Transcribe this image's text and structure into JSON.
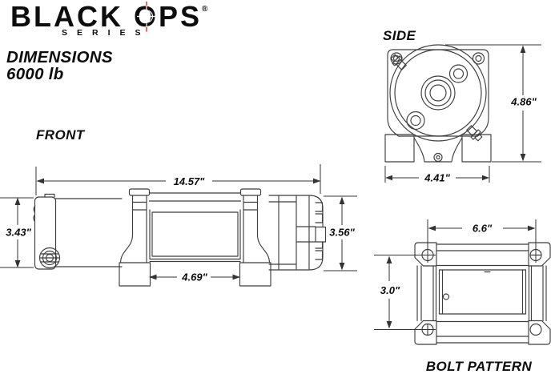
{
  "brand": {
    "name_black": "BLACK",
    "name_ops": "OPS",
    "reg_mark": "®",
    "series": "SERIES"
  },
  "title": {
    "line1": "DIMENSIONS",
    "line2": "6000 lb"
  },
  "colors": {
    "accent": "#E0352B",
    "ink": "#0D0D0D",
    "line": "#3E3E3E",
    "background": "#FFFFFF"
  },
  "front_view": {
    "label": "FRONT",
    "overall_length": "14.57\"",
    "motor_height": "3.43\"",
    "gear_height": "3.56\"",
    "drum_width": "4.69\""
  },
  "side_view": {
    "label": "SIDE",
    "height": "4.86\"",
    "width": "4.41\""
  },
  "bolt_pattern_view": {
    "label": "BOLT PATTERN",
    "hole_spacing_width": "6.6\"",
    "hole_spacing_height": "3.0\""
  }
}
